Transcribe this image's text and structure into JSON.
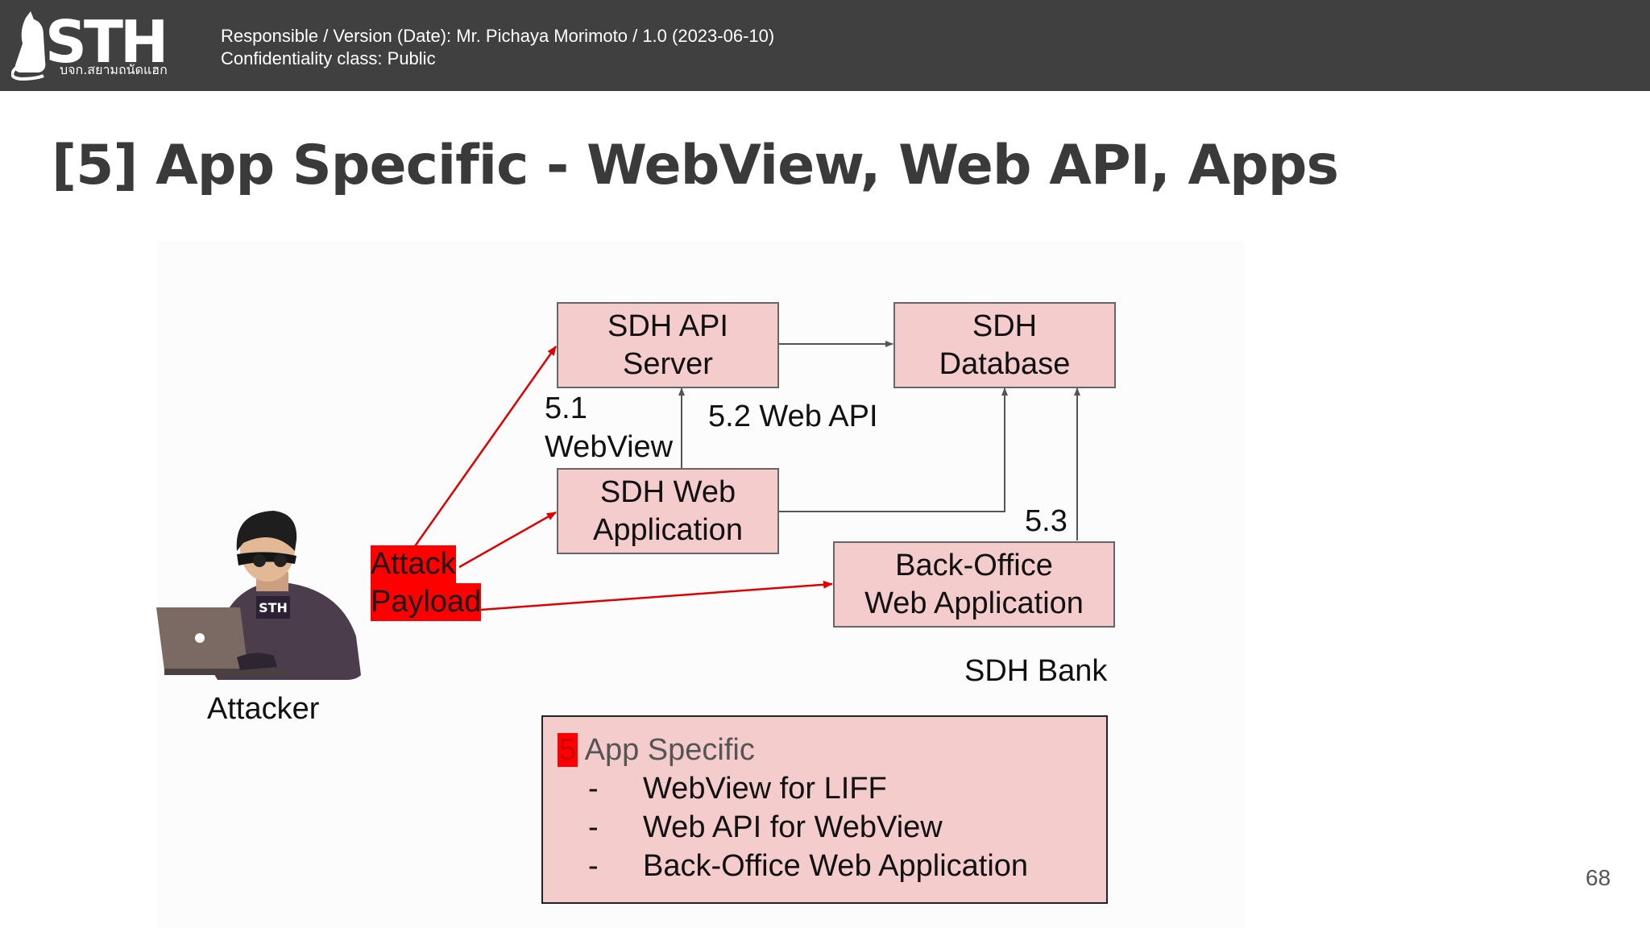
{
  "header": {
    "logo_text": "STH",
    "logo_subtext": "บจก.สยามถนัดแฮก",
    "meta_line1": "Responsible / Version (Date): Mr. Pichaya Morimoto / 1.0 (2023-06-10)",
    "meta_line2": "Confidentiality class: Public"
  },
  "slide": {
    "title": "[5] App Specific - WebView, Web API, Apps",
    "page_number": "68"
  },
  "diagram": {
    "nodes": {
      "api_server": "SDH API\nServer",
      "database": "SDH\nDatabase",
      "web_application": "SDH Web\nApplication",
      "back_office": "Back-Office\nWeb Application"
    },
    "labels": {
      "label_5_1_num": "5.1",
      "label_5_1_text": "WebView",
      "label_5_2": "5.2 Web API",
      "label_5_3": "5.3",
      "bank": "SDH Bank",
      "attacker": "Attacker",
      "payload_line1": "Attack",
      "payload_line2": "Payload",
      "laptop_badge": "STH"
    },
    "colors": {
      "node_fill": "#f4cccc",
      "attack_arrow": "#e00000",
      "payload_fill": "#ff0000",
      "connector": "#555555"
    }
  },
  "legend": {
    "number": "5",
    "heading": "App Specific",
    "items": [
      "WebView for LIFF",
      "Web API for WebView",
      "Back-Office Web Application"
    ],
    "dash": "-"
  }
}
